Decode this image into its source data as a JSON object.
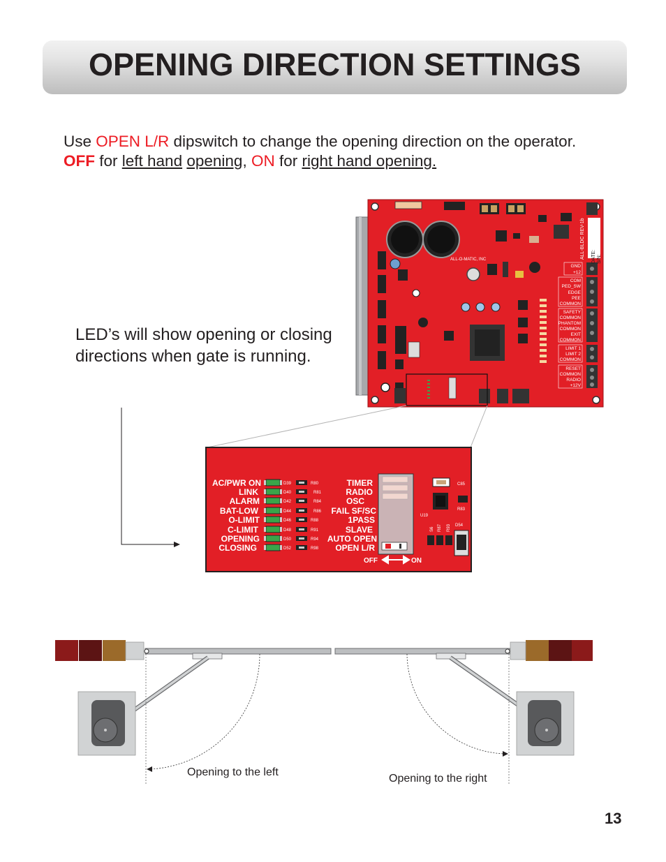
{
  "header": {
    "title": "OPENING DIRECTION SETTINGS"
  },
  "intro": {
    "w1": "Use ",
    "w2": "OPEN L/R",
    "w3": " dipswitch to change the opening direction on the operator. ",
    "w4": "OFF",
    "w5": " for ",
    "w6": "left hand",
    "w7": " ",
    "w8": "opening",
    "w9": ", ",
    "w10": "ON",
    "w11": " for ",
    "w12": "right hand opening."
  },
  "led_note": "LED’s will show opening or closing directions when gate is running.",
  "board": {
    "brand": "ALL-O-MATIC, INC",
    "revision": "ALL-BLDC REV-1b",
    "date_label": "DATE:",
    "sn_label": "S/N:",
    "terminals": [
      "GND",
      "+12",
      "COM",
      "PED_SW",
      "EDGE",
      "PEE",
      "COMMON",
      "SAFETY",
      "COMMON",
      "PHANTOM",
      "COMMON",
      "EXIT",
      "COMMON",
      "LIMIT 1",
      "LIMIT 2",
      "COMMON",
      "RESET",
      "COMMON",
      "RADIO",
      "+12V"
    ]
  },
  "zoom": {
    "leds": [
      "AC/PWR ON",
      "LINK",
      "ALARM",
      "BAT-LOW",
      "O-LIMIT",
      "C-LIMIT",
      "OPENING",
      "CLOSING"
    ],
    "led_refs": [
      "D39",
      "D40",
      "D42",
      "D44",
      "D46",
      "D48",
      "D50",
      "D52"
    ],
    "resistor_refs": [
      "R80",
      "R81",
      "R84",
      "R86",
      "R88",
      "R91",
      "R94",
      "R98"
    ],
    "dips": [
      "TIMER",
      "RADIO",
      "OSC",
      "FAIL SF/SC",
      "1PASS",
      "SLAVE",
      "AUTO OPEN",
      "OPEN L/R"
    ],
    "off_label": "OFF",
    "on_label": "ON",
    "part_refs": [
      "C85",
      "U19",
      "R83",
      "R87",
      "R93",
      "D54",
      "S6"
    ]
  },
  "diagram": {
    "left_caption": "Opening to the left",
    "right_caption": "Opening to the right"
  },
  "page_number": "13",
  "colors": {
    "board_red": "#e21f26",
    "led_green": "#3aa54a",
    "title_text": "#231f20"
  }
}
